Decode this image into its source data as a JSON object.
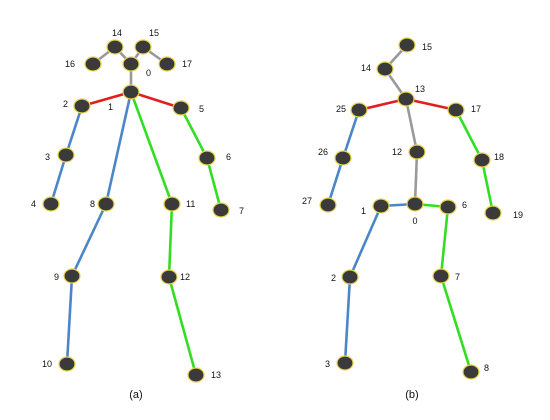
{
  "colors": {
    "background": "#ffffff",
    "joint_fill": "#3a3a3a",
    "joint_border": "#e8d44d",
    "bone_red": "#e02020",
    "bone_blue": "#4a86c8",
    "bone_green": "#33dd22",
    "bone_gray": "#999999"
  },
  "panels": [
    {
      "caption": "(a)",
      "joints": [
        {
          "id": "0",
          "label": "0"
        },
        {
          "id": "1",
          "label": "1"
        },
        {
          "id": "2",
          "label": "2"
        },
        {
          "id": "3",
          "label": "3"
        },
        {
          "id": "4",
          "label": "4"
        },
        {
          "id": "5",
          "label": "5"
        },
        {
          "id": "6",
          "label": "6"
        },
        {
          "id": "7",
          "label": "7"
        },
        {
          "id": "8",
          "label": "8"
        },
        {
          "id": "9",
          "label": "9"
        },
        {
          "id": "10",
          "label": "10"
        },
        {
          "id": "11",
          "label": "11"
        },
        {
          "id": "12",
          "label": "12"
        },
        {
          "id": "13",
          "label": "13"
        },
        {
          "id": "14",
          "label": "14"
        },
        {
          "id": "15",
          "label": "15"
        },
        {
          "id": "16",
          "label": "16"
        },
        {
          "id": "17",
          "label": "17"
        }
      ],
      "bones": [
        {
          "from": "1",
          "to": "2",
          "color": "red"
        },
        {
          "from": "1",
          "to": "5",
          "color": "red"
        },
        {
          "from": "2",
          "to": "3",
          "color": "blue"
        },
        {
          "from": "3",
          "to": "4",
          "color": "blue"
        },
        {
          "from": "1",
          "to": "8",
          "color": "blue"
        },
        {
          "from": "8",
          "to": "9",
          "color": "blue"
        },
        {
          "from": "9",
          "to": "10",
          "color": "blue"
        },
        {
          "from": "5",
          "to": "6",
          "color": "green"
        },
        {
          "from": "6",
          "to": "7",
          "color": "green"
        },
        {
          "from": "1",
          "to": "11",
          "color": "green"
        },
        {
          "from": "11",
          "to": "12",
          "color": "green"
        },
        {
          "from": "12",
          "to": "13",
          "color": "green"
        },
        {
          "from": "1",
          "to": "0",
          "color": "gray"
        },
        {
          "from": "0",
          "to": "14",
          "color": "gray"
        },
        {
          "from": "0",
          "to": "15",
          "color": "gray"
        },
        {
          "from": "14",
          "to": "16",
          "color": "gray"
        },
        {
          "from": "15",
          "to": "17",
          "color": "gray"
        }
      ]
    },
    {
      "caption": "(b)",
      "joints": [
        {
          "id": "0",
          "label": "0"
        },
        {
          "id": "1",
          "label": "1"
        },
        {
          "id": "2",
          "label": "2"
        },
        {
          "id": "3",
          "label": "3"
        },
        {
          "id": "6",
          "label": "6"
        },
        {
          "id": "7",
          "label": "7"
        },
        {
          "id": "8",
          "label": "8"
        },
        {
          "id": "12",
          "label": "12"
        },
        {
          "id": "13",
          "label": "13"
        },
        {
          "id": "14",
          "label": "14"
        },
        {
          "id": "15",
          "label": "15"
        },
        {
          "id": "17",
          "label": "17"
        },
        {
          "id": "18",
          "label": "18"
        },
        {
          "id": "19",
          "label": "19"
        },
        {
          "id": "25",
          "label": "25"
        },
        {
          "id": "26",
          "label": "26"
        },
        {
          "id": "27",
          "label": "27"
        }
      ],
      "bones": [
        {
          "from": "13",
          "to": "25",
          "color": "red"
        },
        {
          "from": "13",
          "to": "17",
          "color": "red"
        },
        {
          "from": "25",
          "to": "26",
          "color": "blue"
        },
        {
          "from": "26",
          "to": "27",
          "color": "blue"
        },
        {
          "from": "0",
          "to": "1",
          "color": "blue"
        },
        {
          "from": "1",
          "to": "2",
          "color": "blue"
        },
        {
          "from": "2",
          "to": "3",
          "color": "blue"
        },
        {
          "from": "17",
          "to": "18",
          "color": "green"
        },
        {
          "from": "18",
          "to": "19",
          "color": "green"
        },
        {
          "from": "0",
          "to": "6",
          "color": "green"
        },
        {
          "from": "6",
          "to": "7",
          "color": "green"
        },
        {
          "from": "7",
          "to": "8",
          "color": "green"
        },
        {
          "from": "15",
          "to": "14",
          "color": "gray"
        },
        {
          "from": "14",
          "to": "13",
          "color": "gray"
        },
        {
          "from": "13",
          "to": "12",
          "color": "gray"
        },
        {
          "from": "12",
          "to": "0",
          "color": "gray"
        }
      ]
    }
  ]
}
